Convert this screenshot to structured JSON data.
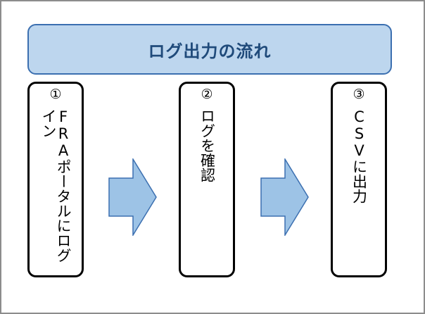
{
  "title": "ログ出力の流れ",
  "steps": [
    {
      "number": "①",
      "label": "FRAポータルにログイン"
    },
    {
      "number": "②",
      "label": "ログを確認"
    },
    {
      "number": "③",
      "label": "CSVに出力"
    }
  ],
  "colors": {
    "title_fill": "#bdd6ee",
    "title_border": "#3b6fb0",
    "title_text": "#1f4a7a",
    "arrow_fill": "#9dc3e6",
    "arrow_border": "#3b6fb0",
    "box_border": "#000000",
    "frame_border": "#8c8c8c"
  }
}
